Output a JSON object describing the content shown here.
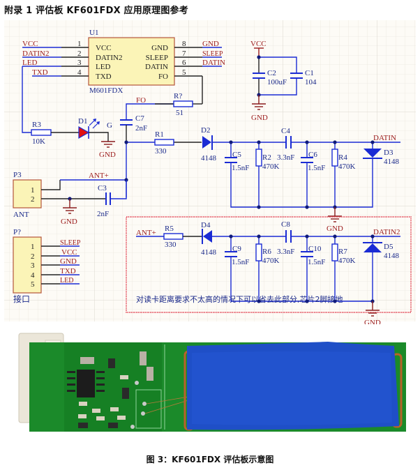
{
  "heading": "附录 1  评估板 KF601FDX 应用原理图参考",
  "caption": "图 3：KF601FDX 评估板示意图",
  "colors": {
    "wire": "#1a2bd4",
    "net_label": "#9b1b1b",
    "designator": "#1b2a8a",
    "component_body": "#fbf4b7",
    "component_border": "#b5553b",
    "led": "#e01010",
    "ground": "#8a1b1b",
    "note_box": "#e03a4a",
    "grid": "#e8e4dc"
  },
  "schematic": {
    "u1": {
      "designator": "U1",
      "part": "M601FDX",
      "left_pins": [
        {
          "num": "1",
          "name": "VCC",
          "net": "VCC"
        },
        {
          "num": "2",
          "name": "DATIN2",
          "net": "DATIN2"
        },
        {
          "num": "3",
          "name": "LED",
          "net": "LED"
        },
        {
          "num": "4",
          "name": "TXD",
          "net": "TXD"
        }
      ],
      "right_pins": [
        {
          "num": "8",
          "name": "GND",
          "net": "GND"
        },
        {
          "num": "7",
          "name": "SLEEP",
          "net": "SLEEP"
        },
        {
          "num": "6",
          "name": "DATIN",
          "net": "DATIN"
        },
        {
          "num": "5",
          "name": "FO",
          "net": ""
        }
      ]
    },
    "decoupling": {
      "vcc": "VCC",
      "gnd": "GND",
      "c2": {
        "ref": "C2",
        "value": "100uF"
      },
      "c1": {
        "ref": "C1",
        "value": "104"
      }
    },
    "led_circuit": {
      "r3": {
        "ref": "R3",
        "value": "10K"
      },
      "d1": {
        "ref": "D1"
      },
      "g_label": "G",
      "gnd": "GND"
    },
    "fo_circuit": {
      "net": "FO",
      "r": {
        "ref": "R?",
        "value": "51"
      },
      "c7": {
        "ref": "C7",
        "value": "2nF"
      }
    },
    "datin_chain": {
      "r1": {
        "ref": "R1",
        "value": "330"
      },
      "d2": {
        "ref": "D2",
        "value": "4148"
      },
      "c5": {
        "ref": "C5",
        "value": "1.5nF"
      },
      "r2": {
        "ref": "R2",
        "value": "470K"
      },
      "c4": {
        "ref": "C4",
        "value": "3.3nF"
      },
      "c6": {
        "ref": "C6",
        "value": "1.5nF"
      },
      "r4": {
        "ref": "R4",
        "value": "470K"
      },
      "d3": {
        "ref": "D3",
        "value": "4148"
      },
      "net": "DATIN",
      "gnd": "GND"
    },
    "antenna": {
      "p3": {
        "ref": "P3",
        "name": "ANT",
        "pins": [
          "1",
          "2"
        ]
      },
      "net": "ANT+",
      "c3": {
        "ref": "C3",
        "value": "2nF"
      },
      "gnd": "GND"
    },
    "connector": {
      "ref": "P?",
      "name": "接口",
      "pins": [
        {
          "num": "1",
          "net": "SLEEP"
        },
        {
          "num": "2",
          "net": "VCC"
        },
        {
          "num": "3",
          "net": "GND"
        },
        {
          "num": "4",
          "net": "TXD"
        },
        {
          "num": "5",
          "net": "LED"
        }
      ]
    },
    "datin2_chain": {
      "in_net": "ANT+",
      "r5": {
        "ref": "R5",
        "value": "330"
      },
      "d4": {
        "ref": "D4",
        "value": "4148"
      },
      "c9": {
        "ref": "C9",
        "value": "1.5nF"
      },
      "r6": {
        "ref": "R6",
        "value": "470K"
      },
      "c8": {
        "ref": "C8",
        "value": "3.3nF"
      },
      "c10": {
        "ref": "C10",
        "value": "1.5nF"
      },
      "r7": {
        "ref": "R7",
        "value": "470K"
      },
      "d5": {
        "ref": "D5",
        "value": "4148"
      },
      "net": "DATIN2",
      "gnd": "GND",
      "note": "对读卡距离要求不太高的情况下可以省去此部分,芯片2脚接地"
    }
  },
  "photo": {
    "description": "KF601FDX evaluation board photo: green PCB with white 5-pin connector and blue-wrapped antenna coil"
  }
}
